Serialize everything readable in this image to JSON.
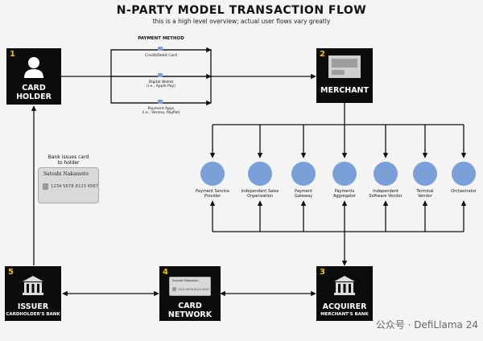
{
  "header": {
    "title": "N-PARTY MODEL TRANSACTION FLOW",
    "subtitle": "this is a high level overview; actual user flows vary greatly"
  },
  "cardholder": {
    "number": "1",
    "label_line1": "CARD",
    "label_line2": "HOLDER",
    "icon": "person-icon"
  },
  "merchant": {
    "number": "2",
    "label": "MERCHANT",
    "icon": "storefront-window-icon"
  },
  "acquirer": {
    "number": "3",
    "label": "ACQUIRER",
    "sublabel": "MERCHANT'S BANK",
    "icon": "bank-building-icon"
  },
  "network": {
    "number": "4",
    "label_line1": "CARD",
    "label_line2": "NETWORK"
  },
  "issuer": {
    "number": "5",
    "label": "ISSUER",
    "sublabel": "CARDHOLDER'S BANK",
    "icon": "bank-building-icon"
  },
  "payment_method": {
    "heading": "PAYMENT METHOD",
    "options": [
      {
        "line1": "Credit/Debit Card",
        "line2": ""
      },
      {
        "line1": "Digital Wallet",
        "line2": "(i.e., Apple Pay)"
      },
      {
        "line1": "Payment Apps",
        "line2": "(i.e., Venmo, PayPal)"
      }
    ]
  },
  "bank_issues": {
    "line1": "Bank issues card",
    "line2": "to holder"
  },
  "card": {
    "holder_name": "Satoshi Nakamoto",
    "card_number": "1234 5678 8123 4567"
  },
  "intermediaries": [
    {
      "line1": "Payment Service",
      "line2": "Provider"
    },
    {
      "line1": "Independent Sales",
      "line2": "Organization"
    },
    {
      "line1": "Payment",
      "line2": "Gateway"
    },
    {
      "line1": "Payments",
      "line2": "Aggregator"
    },
    {
      "line1": "Independent",
      "line2": "Software Vendor"
    },
    {
      "line1": "Terminal",
      "line2": "Vendor"
    },
    {
      "line1": "Orchestrator",
      "line2": ""
    }
  ],
  "watermark": "公众号 · DefiLlama 24",
  "colors": {
    "box": "#0c0c0c",
    "number": "#f2c200",
    "node": "#7b9fd8",
    "card": "#d9d9d9",
    "line": "#111111"
  }
}
